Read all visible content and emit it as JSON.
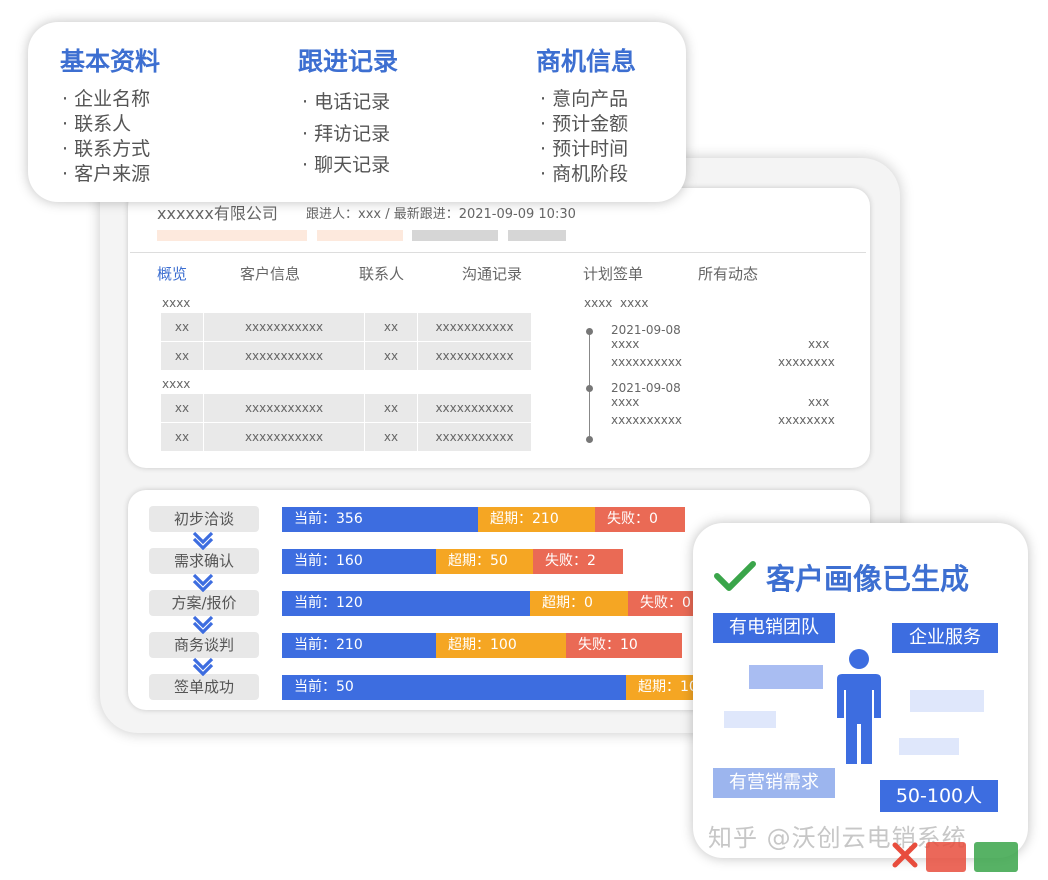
{
  "info_card": {
    "columns": [
      {
        "title": "基本资料",
        "items": [
          "企业名称",
          "联系人",
          "联系方式",
          "客户来源"
        ]
      },
      {
        "title": "跟进记录",
        "items": [
          "电话记录",
          "拜访记录",
          "聊天记录"
        ]
      },
      {
        "title": "商机信息",
        "items": [
          "意向产品",
          "预计金额",
          "预计时间",
          "商机阶段"
        ]
      }
    ]
  },
  "detail": {
    "company": "xxxxxx有限公司",
    "follow_info": "跟进人：xxx / 最新跟进：2021-09-09 10:30",
    "tabs": [
      "概览",
      "客户信息",
      "联系人",
      "沟通记录",
      "计划签单",
      "所有动态"
    ],
    "section_a_label": "xxxx",
    "section_b_label": "xxxx",
    "rows_a": [
      [
        "xx",
        "xxxxxxxxxxx",
        "xx",
        "xxxxxxxxxxx"
      ],
      [
        "xx",
        "xxxxxxxxxxx",
        "xx",
        "xxxxxxxxxxx"
      ]
    ],
    "rows_b": [
      [
        "xx",
        "xxxxxxxxxxx",
        "xx",
        "xxxxxxxxxxx"
      ],
      [
        "xx",
        "xxxxxxxxxxx",
        "xx",
        "xxxxxxxxxxx"
      ]
    ],
    "timeline_header": "xxxx  xxxx",
    "timeline": [
      {
        "date": "2021-09-08",
        "line1": "xxxx",
        "line1_right": "xxx",
        "line2": "xxxxxxxxxx",
        "line2_right": "xxxxxxxx"
      },
      {
        "date": "2021-09-08",
        "line1": "xxxx",
        "line1_right": "xxx",
        "line2": "xxxxxxxxxx",
        "line2_right": "xxxxxxxx"
      }
    ]
  },
  "pipeline": {
    "stages": [
      {
        "label": "初步洽谈",
        "current": "当前：356",
        "overdue": "超期：210",
        "failed": "失败：0"
      },
      {
        "label": "需求确认",
        "current": "当前：160",
        "overdue": "超期：50",
        "failed": "失败：2"
      },
      {
        "label": "方案/报价",
        "current": "当前：120",
        "overdue": "超期：0",
        "failed": "失败：0"
      },
      {
        "label": "商务谈判",
        "current": "当前：210",
        "overdue": "超期：100",
        "failed": "失败：10"
      },
      {
        "label": "签单成功",
        "current": "当前：50",
        "overdue": "超期：10",
        "failed": ""
      }
    ]
  },
  "persona": {
    "title": "客户画像已生成",
    "tags": [
      "有电销团队",
      "企业服务",
      "有营销需求",
      "50-100人"
    ]
  },
  "watermark": "知乎 @沃创云电销系统",
  "colors": {
    "accent": "#3d6fd1",
    "bar_current": "#3d6de0",
    "bar_overdue": "#f5a623",
    "bar_failed": "#ea6a55"
  }
}
